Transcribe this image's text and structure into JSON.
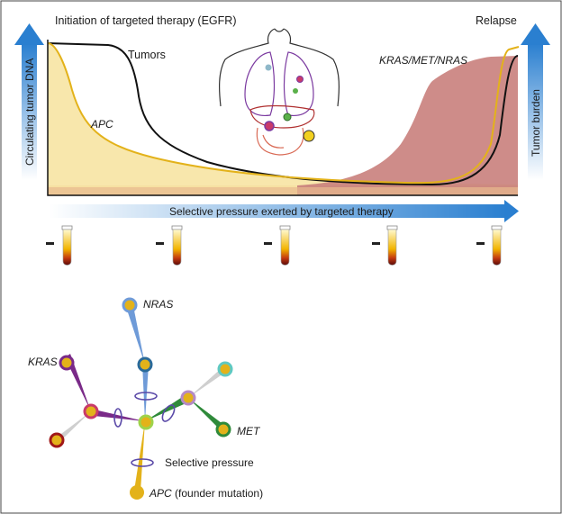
{
  "header": {
    "initiation_label": "Initiation of targeted therapy (EGFR)",
    "relapse_label": "Relapse"
  },
  "axes": {
    "left_label": "Circulating tumor DNA",
    "right_label": "Tumor burden",
    "pressure_label": "Selective pressure exerted by targeted therapy"
  },
  "curves": {
    "tumors_label": "Tumors",
    "apc_label": "APC",
    "kras_met_nras_label": "KRAS/MET/NRAS"
  },
  "tree": {
    "nras_label": "NRAS",
    "kras_label": "KRAS",
    "met_label": "MET",
    "selective_pressure_label": "Selective pressure",
    "apc_italic": "APC",
    "apc_rest": " (founder mutation)"
  },
  "colors": {
    "blue_arrow": "#2a7fd0",
    "apc_yellow": "#e3b21a",
    "apc_fill": "#f7e4a3",
    "relapse_fill": "#c9807c",
    "baseline_fill": "#e8c39b",
    "kras_purple": "#7a2a88",
    "nras_blue": "#6f9bd8",
    "met_green": "#2f8a3a",
    "root_node": "#e3b21a",
    "pressure_ring": "#5b4aa8"
  }
}
